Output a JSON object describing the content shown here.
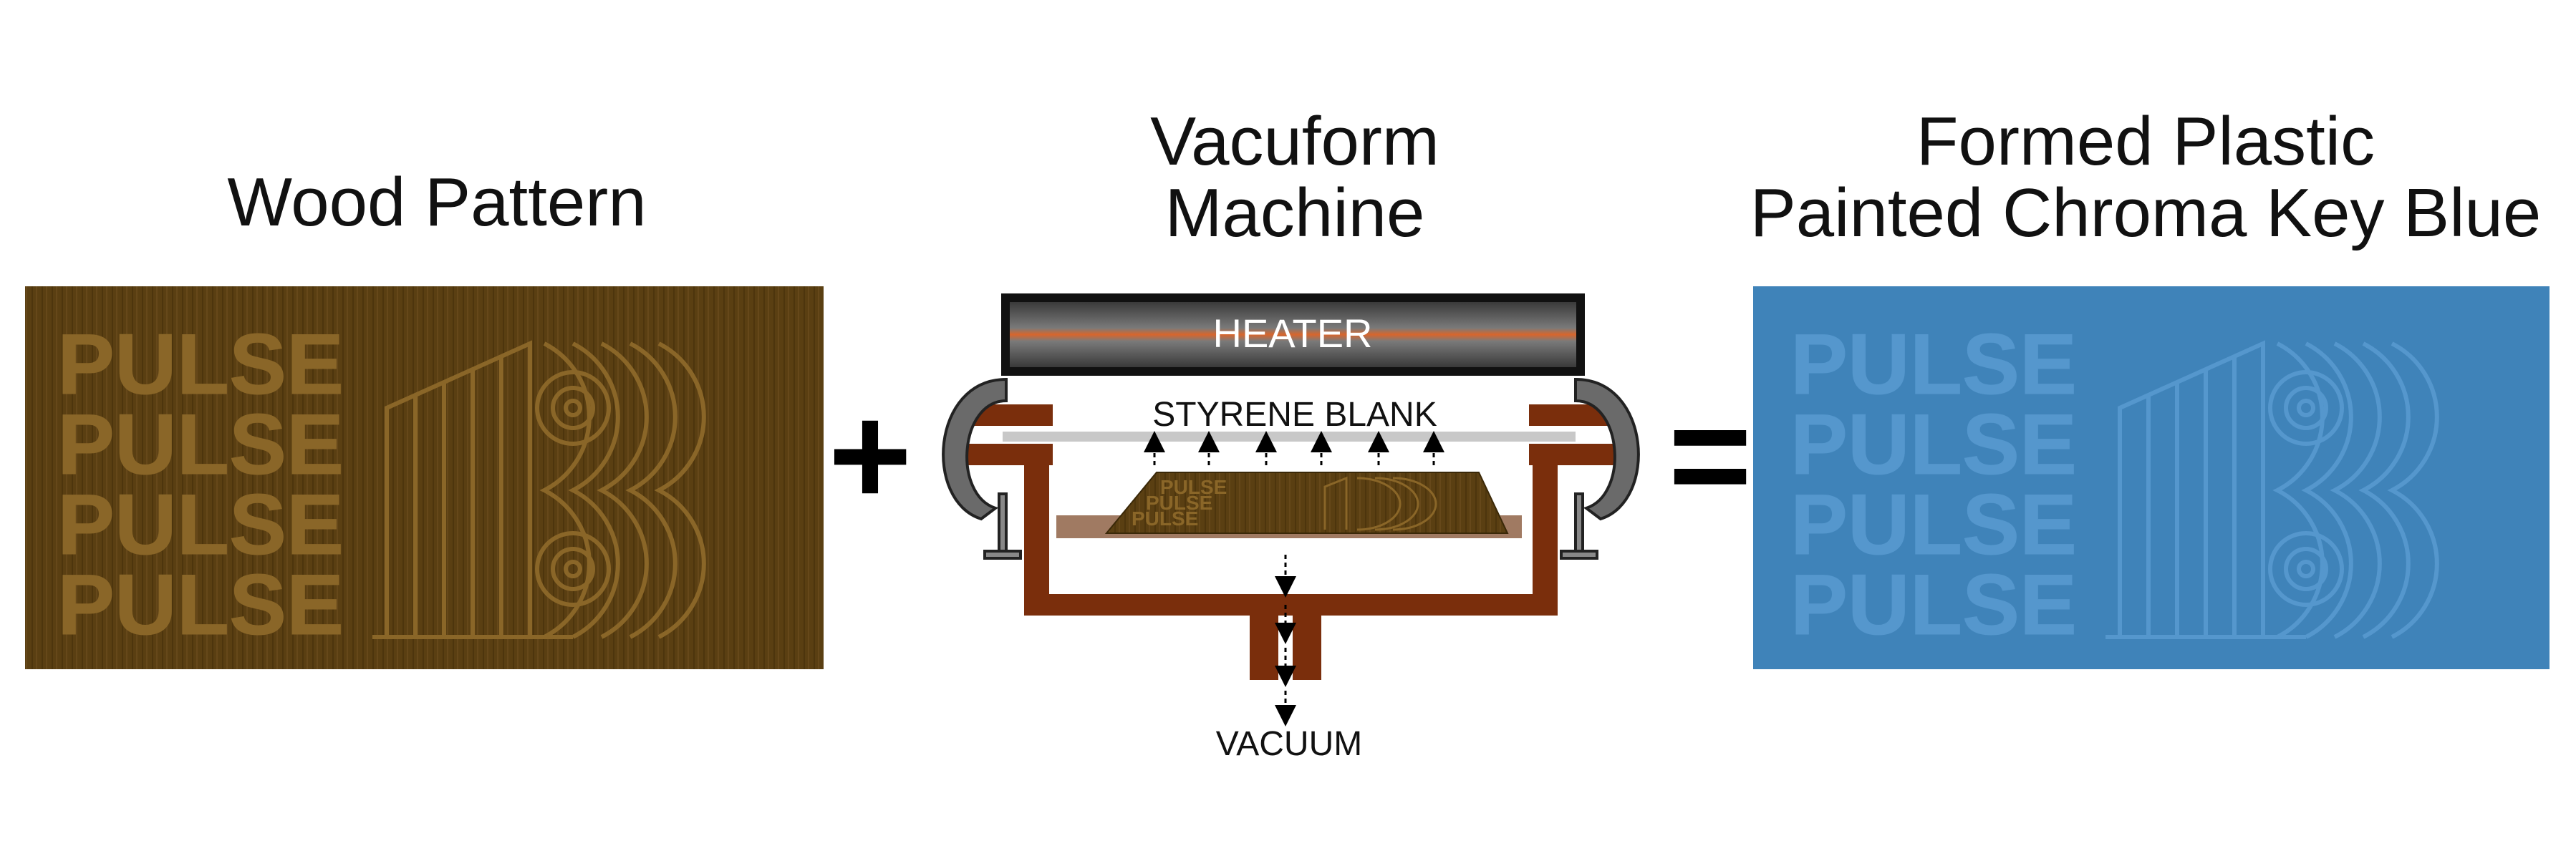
{
  "panels": {
    "wood": {
      "title": "Wood Pattern"
    },
    "machine": {
      "title_line1": "Vacuform",
      "title_line2": "Machine",
      "heater_label": "HEATER",
      "blank_label": "STYRENE BLANK",
      "vacuum_label": "VACUUM"
    },
    "plastic": {
      "title_line1": "Formed Plastic",
      "title_line2": "Painted Chroma Key Blue"
    }
  },
  "operators": {
    "plus": "+",
    "equals": "="
  },
  "logo": {
    "word": "PULSE",
    "lines": 4
  },
  "colors": {
    "wood_bg": "#5a3f12",
    "wood_letter": "#8a6628",
    "blue_bg": "#3f83b9",
    "blue_letter": "#5597cd",
    "frame": "#7a2e0c",
    "heater_glow": "#d8662c",
    "heater_box": "#111111",
    "plastic_sheet": "#c8c8c8",
    "platform": "#a07a62"
  }
}
